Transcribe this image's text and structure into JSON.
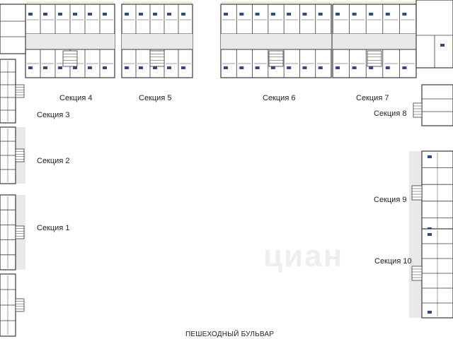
{
  "sections": {
    "s1": "Секция 1",
    "s2": "Секция 2",
    "s3": "Секция 3",
    "s4": "Секция 4",
    "s5": "Секция 5",
    "s6": "Секция 6",
    "s7": "Секция 7",
    "s8": "Секция 8",
    "s9": "Секция 9",
    "s10": "Секция 10"
  },
  "street_label": "ПЕШЕХОДНЫЙ БУЛЬВАР",
  "watermark": "циан",
  "colors": {
    "wall": "#3a3a3a",
    "section_fill": "#e9e9e9",
    "room_fill": "#ffffff",
    "badge": "#2d4a8a",
    "balcony": "#e8c07a"
  }
}
